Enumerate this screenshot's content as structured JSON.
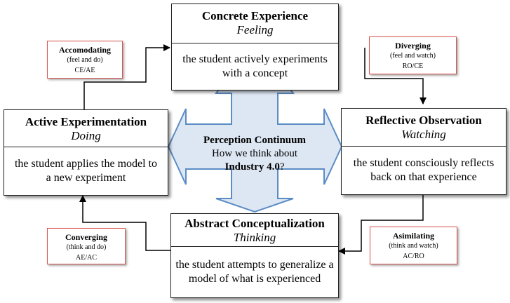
{
  "stages": {
    "concrete": {
      "title": "Concrete Experience",
      "mode": "Feeling",
      "description": "the student actively experiments with a concept"
    },
    "reflective": {
      "title": "Reflective Observation",
      "mode": "Watching",
      "description": "the student consciously reflects back on that experience"
    },
    "abstract": {
      "title": "Abstract Conceptualization",
      "mode": "Thinking",
      "description": "the student attempts to generalize a model of what is experienced"
    },
    "active": {
      "title": "Active Experimentation",
      "mode": "Doing",
      "description": "the student applies the model to a new experiment"
    }
  },
  "styles": {
    "accomodating": {
      "name": "Accomodating",
      "sub": "(feel and do)",
      "code": "CE/AE"
    },
    "diverging": {
      "name": "Diverging",
      "sub": "(feel and watch)",
      "code": "RO/CE"
    },
    "converging": {
      "name": "Converging",
      "sub": "(think and do)",
      "code": "AE/AC"
    },
    "asimilating": {
      "name": "Asimilating",
      "sub": "(think and watch)",
      "code": "AC/RO"
    }
  },
  "center": {
    "title": "Perception Continuum",
    "line2": "How we think about",
    "line3_bold": "Industry 4.0",
    "line3_suffix": "?"
  },
  "colors": {
    "arrow_fill": "#dde7f3",
    "arrow_stroke": "#5b8cc4",
    "style_border": "#d9534f"
  }
}
